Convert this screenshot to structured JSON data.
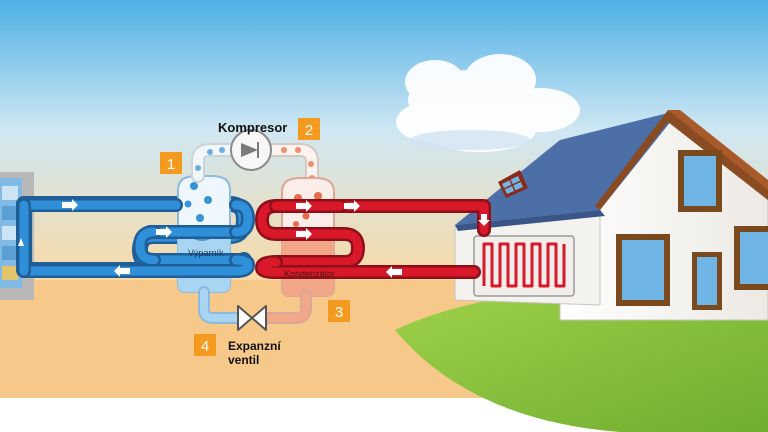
{
  "labels": {
    "compressor": "Kompresor",
    "evaporator": "Výparník",
    "condenser": "Kondenzátor",
    "valve_line1": "Expanzní",
    "valve_line2": "ventil"
  },
  "steps": [
    "1",
    "2",
    "3",
    "4"
  ],
  "colors": {
    "sky_top": "#4fb0e6",
    "sky_bottom": "#fbd9a0",
    "ground": "#f6c98a",
    "grass": "#8cc63f",
    "cold_pipe": "#2f8fd8",
    "hot_pipe": "#d9182a",
    "evaporator_fill": "#a8d6f2",
    "condenser_fill": "#f2a888",
    "step_badge": "#f39a1f",
    "roof": "#4c6fa8",
    "window_frame": "#7a4a1e",
    "window_glass": "#6fb6e6"
  }
}
